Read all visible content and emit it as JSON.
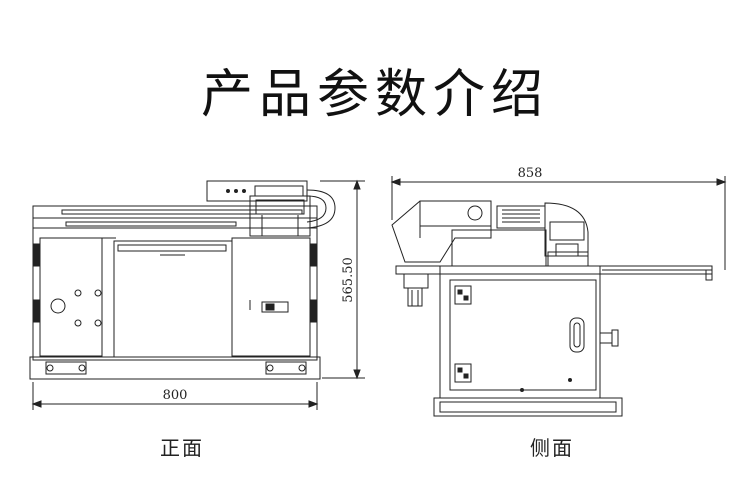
{
  "title": "产品参数介绍",
  "front_view": {
    "caption": "正面",
    "width_label": "800",
    "height_label": "565.50"
  },
  "side_view": {
    "caption": "侧面",
    "depth_label": "858"
  },
  "colors": {
    "line": "#222222",
    "fill": "#ffffff",
    "shade": "#e6e6e6"
  }
}
